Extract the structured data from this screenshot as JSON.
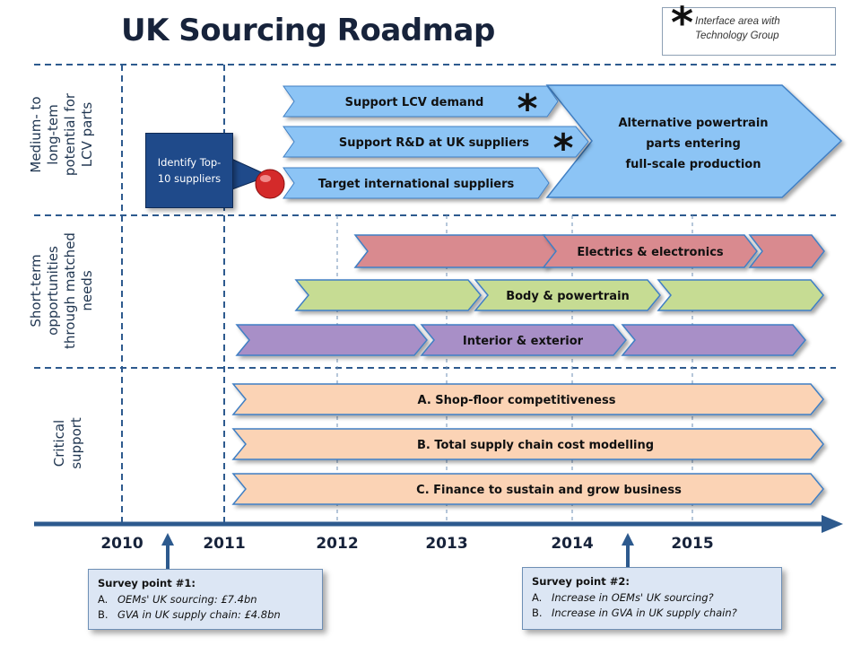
{
  "title": "UK Sourcing Roadmap",
  "legend": {
    "symbol": "*",
    "text": "Interface area with Technology Group"
  },
  "rows": [
    {
      "label_lines": [
        "Medium- to",
        "long-tem",
        "potential for",
        "LCV parts"
      ]
    },
    {
      "label_lines": [
        "Short-term",
        "opportunities",
        "through matched",
        "needs"
      ]
    },
    {
      "label_lines": [
        "Critical",
        "support"
      ]
    }
  ],
  "identify_box": "Identify Top-10 suppliers",
  "medium_arrows": [
    {
      "label": "Support LCV demand",
      "star": true
    },
    {
      "label": "Support R&D at UK suppliers",
      "star": true
    },
    {
      "label": "Target international suppliers",
      "star": false
    }
  ],
  "big_arrow": [
    "Alternative powertrain",
    "parts  entering",
    "full-scale production"
  ],
  "short_term": [
    {
      "label": "Electrics & electronics",
      "color": "#d98a8f"
    },
    {
      "label": "Body & powertrain",
      "color": "#c6dc93"
    },
    {
      "label": "Interior & exterior",
      "color": "#a88fc7"
    }
  ],
  "critical": [
    {
      "label": "A.  Shop-floor competitiveness"
    },
    {
      "label": "B.  Total supply chain cost modelling"
    },
    {
      "label": "C.  Finance to sustain and grow business"
    }
  ],
  "years": [
    "2010",
    "2011",
    "2012",
    "2013",
    "2014",
    "2015"
  ],
  "survey1": {
    "title": "Survey point #1:",
    "items": [
      {
        "marker": "A.",
        "text": "OEMs' UK sourcing: £7.4bn"
      },
      {
        "marker": "B.",
        "text": "GVA in UK supply chain: £4.8bn"
      }
    ]
  },
  "survey2": {
    "title": "Survey point #2:",
    "items": [
      {
        "marker": "A.",
        "text": "Increase in OEMs' UK sourcing?"
      },
      {
        "marker": "B.",
        "text": "Increase in GVA in UK supply chain?"
      }
    ]
  },
  "colors": {
    "blue_arrow": "#8cc4f5",
    "peach_arrow": "#fbd3b5",
    "axis": "#2d5a8e",
    "dash": "#2d5a8e"
  }
}
